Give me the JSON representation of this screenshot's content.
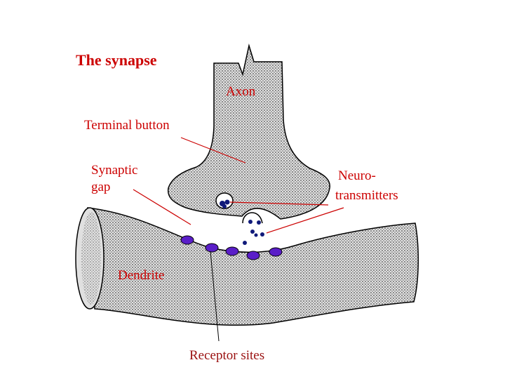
{
  "title": "The synapse",
  "labels": {
    "axon": "Axon",
    "terminal_button": "Terminal button",
    "synaptic_gap_line1": "Synaptic",
    "synaptic_gap_line2": "gap",
    "neurotransmitters_line1": "Neuro-",
    "neurotransmitters_line2": "transmitters",
    "dendrite": "Dendrite",
    "receptor_sites": "Receptor sites"
  },
  "colors": {
    "label_red": "#cc0000",
    "title_red": "#cc0000",
    "receptor_text": "#9a1010",
    "receptor_fill": "#5a1ec8",
    "neurotransmitter_fill": "#101a7a",
    "tissue_fill": "#cfcfcf"
  }
}
